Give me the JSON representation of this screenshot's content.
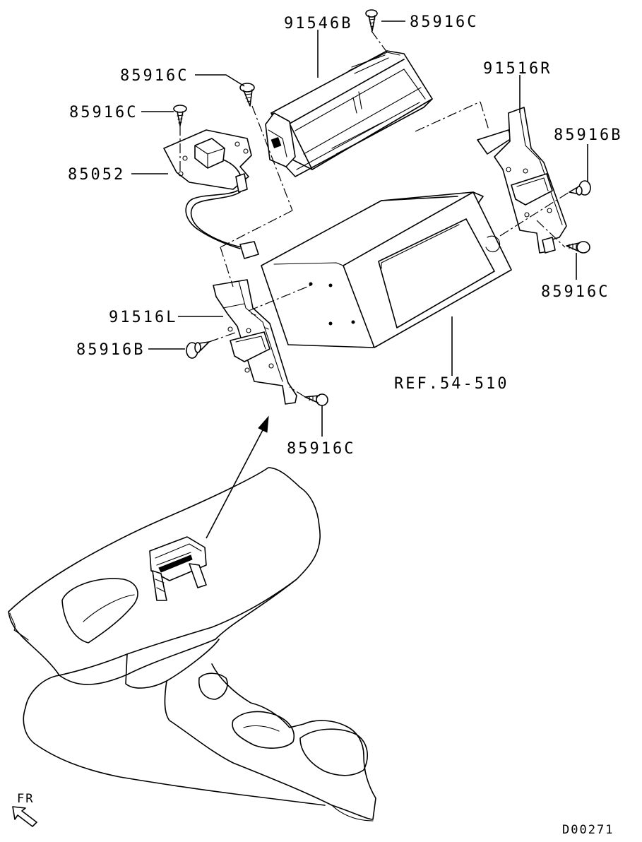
{
  "labels": {
    "display_unit": "91546B",
    "screw_top": "85916C",
    "screw_top_left": "85916C",
    "screw_left": "85916C",
    "sensor_bracket": "85052",
    "bracket_right": "91516R",
    "bolt_right": "85916B",
    "screw_right_lower": "85916C",
    "bracket_left": "91516L",
    "bolt_left": "85916B",
    "reference": "REF.54-510",
    "screw_left_lower": "85916C",
    "front_marker": "FR",
    "diagram_code": "D00271"
  },
  "icons": {
    "front_arrow": "front-direction-arrow-icon"
  }
}
